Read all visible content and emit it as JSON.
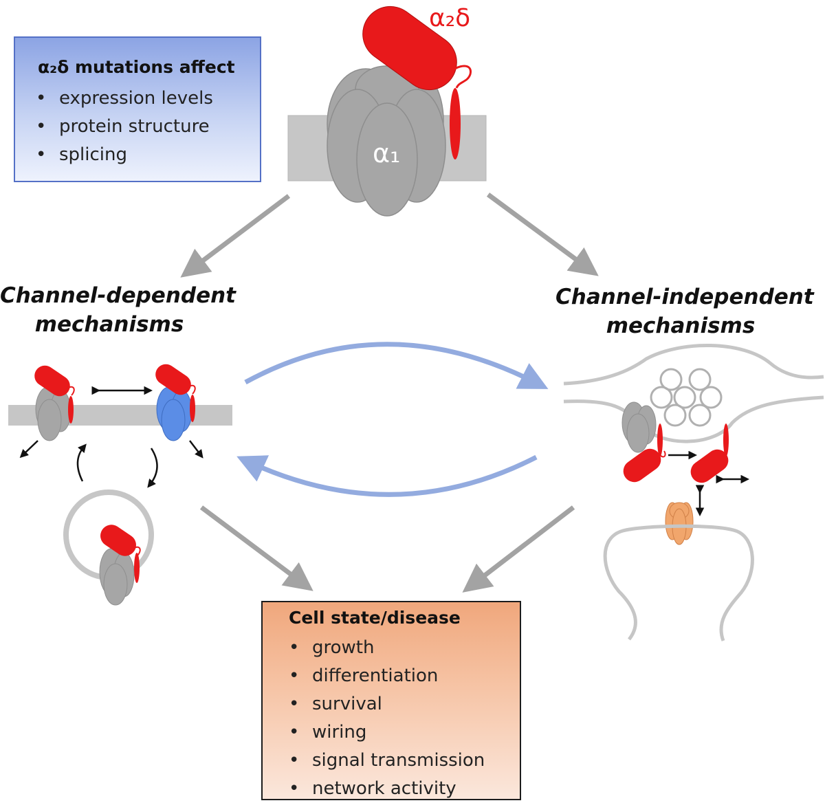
{
  "mutations_box": {
    "title": "α₂δ mutations affect",
    "items": [
      "expression levels",
      "protein structure",
      "splicing"
    ]
  },
  "molecule_labels": {
    "alpha2delta": "α₂δ",
    "alpha1": "α₁"
  },
  "mechanisms": {
    "dependent": [
      "Channel-dependent",
      "mechanisms"
    ],
    "independent": [
      "Channel-independent",
      "mechanisms"
    ]
  },
  "outcome_box": {
    "title": "Cell state/disease",
    "items": [
      "growth",
      "differentiation",
      "survival",
      "wiring",
      "signal transmission",
      "network activity"
    ]
  },
  "colors": {
    "alpha2delta_red": "#e8191b",
    "channel_grey": "#a9a9a9",
    "channel_blue": "#5b8de6",
    "membrane_grey": "#c6c6c6",
    "arrow_grey": "#a3a3a3",
    "crosstalk_blue": "#93abdf",
    "receptor_orange": "#f1a66c"
  }
}
